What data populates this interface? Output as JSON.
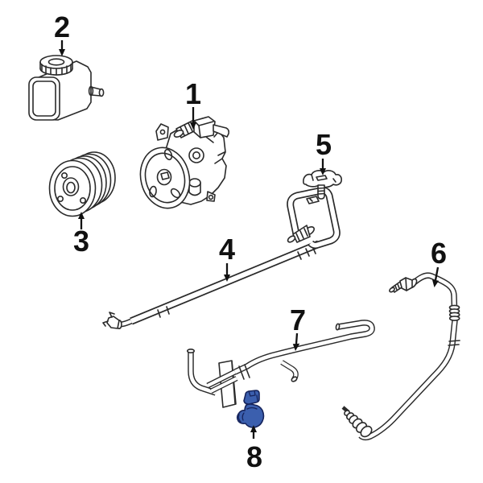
{
  "diagram": {
    "background_color": "#ffffff",
    "line_color": "#2a2a2a",
    "label_color": "#111111",
    "highlight": {
      "fill": "#3b5fae",
      "outline": "#16245c"
    },
    "callouts": [
      {
        "label": "1",
        "part": "power-steering-pump",
        "highlighted": false
      },
      {
        "label": "2",
        "part": "fluid-reservoir",
        "highlighted": false
      },
      {
        "label": "3",
        "part": "pump-pulley",
        "highlighted": false
      },
      {
        "label": "4",
        "part": "pressure-hose-assembly",
        "highlighted": false
      },
      {
        "label": "5",
        "part": "hose-clamp-bracket",
        "highlighted": false
      },
      {
        "label": "6",
        "part": "return-hose",
        "highlighted": false
      },
      {
        "label": "7",
        "part": "hose-pipe-assembly",
        "highlighted": false
      },
      {
        "label": "8",
        "part": "hose-clip",
        "highlighted": true
      }
    ]
  }
}
